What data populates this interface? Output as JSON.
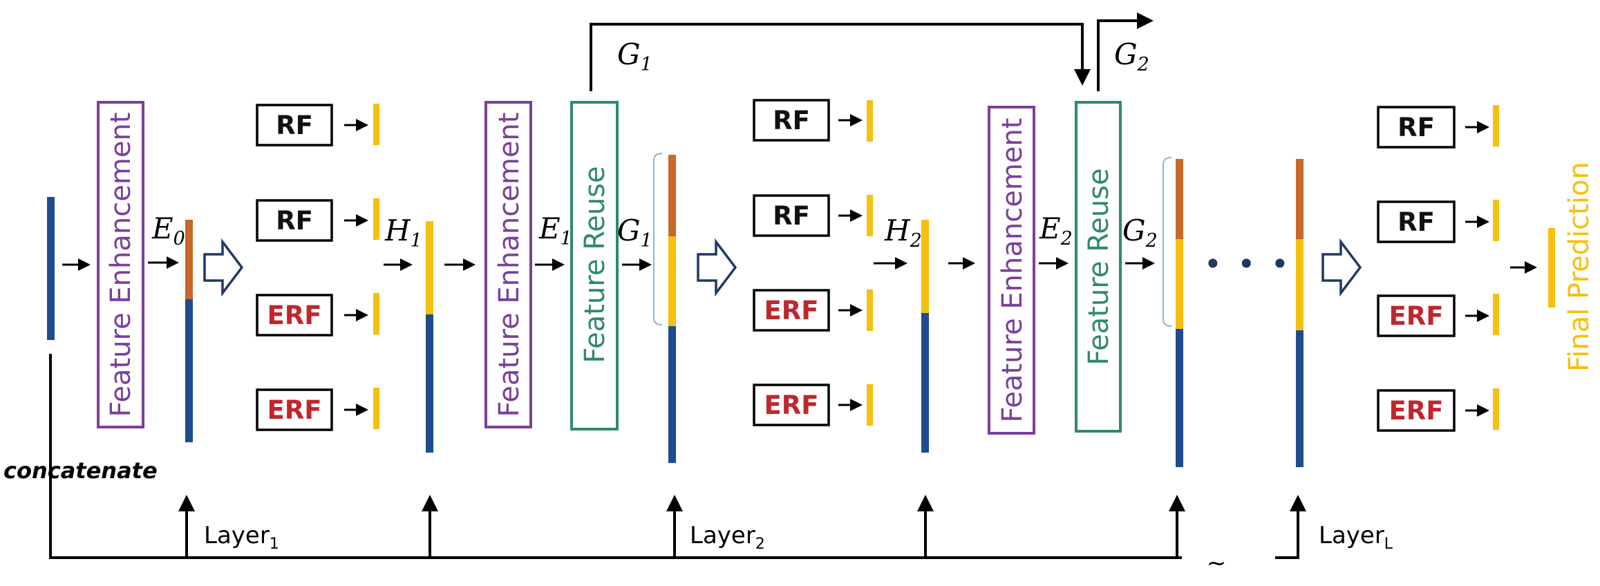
{
  "labels": {
    "feature_enhancement": "Feature Enhancement",
    "feature_reuse": "Feature Reuse",
    "rf": "RF",
    "erf": "ERF",
    "final_prediction": "Final Prediction",
    "concatenate": "concatenate",
    "ellipsis": "• • •",
    "tilde": "~",
    "layer": "Layer",
    "layer_subs": [
      "1",
      "2",
      "L"
    ]
  },
  "symbols": {
    "E": "E",
    "H": "H",
    "G": "G",
    "E_subs": [
      "0",
      "1",
      "2"
    ],
    "H_subs": [
      "1",
      "2"
    ],
    "G_subs": [
      "1",
      "2"
    ]
  },
  "colors": {
    "enhancement": "#7b3f99",
    "reuse": "#2e8a6b",
    "rf_text": "#111111",
    "erf_text": "#c0262d",
    "navy": "#1f4c8f",
    "orange": "#c8682a",
    "yellow": "#f5c00f",
    "line": "#000000",
    "outline_arrow": "#1f3864"
  }
}
